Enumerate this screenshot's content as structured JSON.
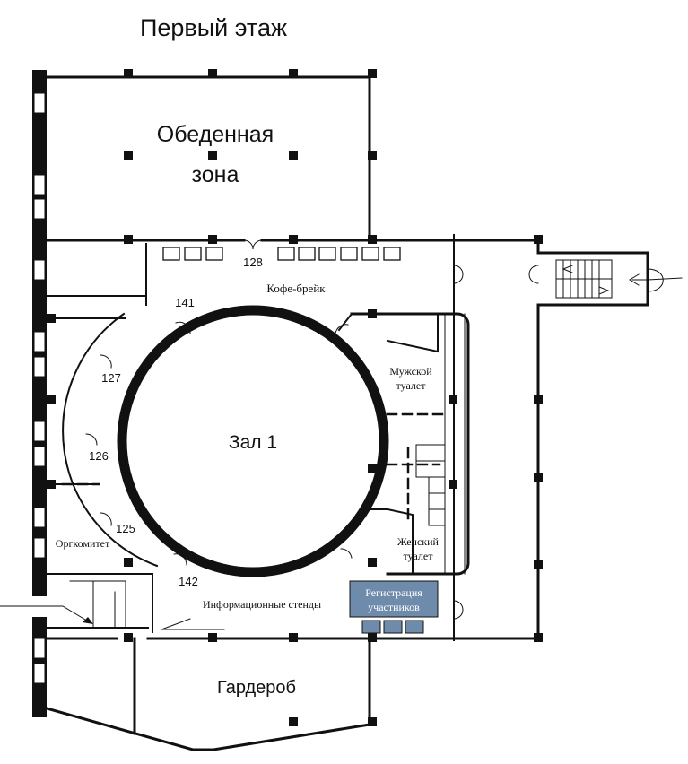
{
  "floor": {
    "title": "Первый этаж"
  },
  "rooms": {
    "dining_line1": "Обеденная",
    "dining_line2": "зона",
    "hall": "Зал 1",
    "coffee_break": "Кофе-брейк",
    "mens_line1": "Мужской",
    "mens_line2": "туалет",
    "womens_line1": "Женский",
    "womens_line2": "туалет",
    "org_committee": "Оргкомитет",
    "info_stands": "Информационные стенды",
    "cloakroom": "Гардероб"
  },
  "registration": {
    "line1": "Регистрация",
    "line2": "участников",
    "color": "#6f8bab",
    "desk_color": "#6f8bab"
  },
  "doors": {
    "d128": "128",
    "d141": "141",
    "d127": "127",
    "d126": "126",
    "d125": "125",
    "d142": "142"
  }
}
